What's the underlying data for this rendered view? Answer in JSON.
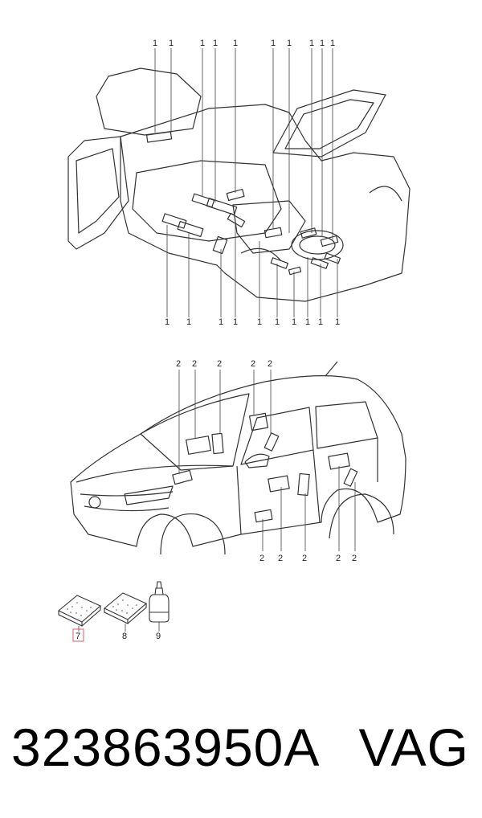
{
  "diagram": {
    "top_callout_label": "1",
    "side_callout_label": "2",
    "parts": [
      {
        "label": "7",
        "highlighted": true
      },
      {
        "label": "8",
        "highlighted": false
      },
      {
        "label": "9",
        "highlighted": false
      }
    ]
  },
  "part_number": "323863950A",
  "brand": "VAG",
  "colors": {
    "line": "#333333",
    "highlight": "#e05a6a",
    "text": "#000000"
  }
}
